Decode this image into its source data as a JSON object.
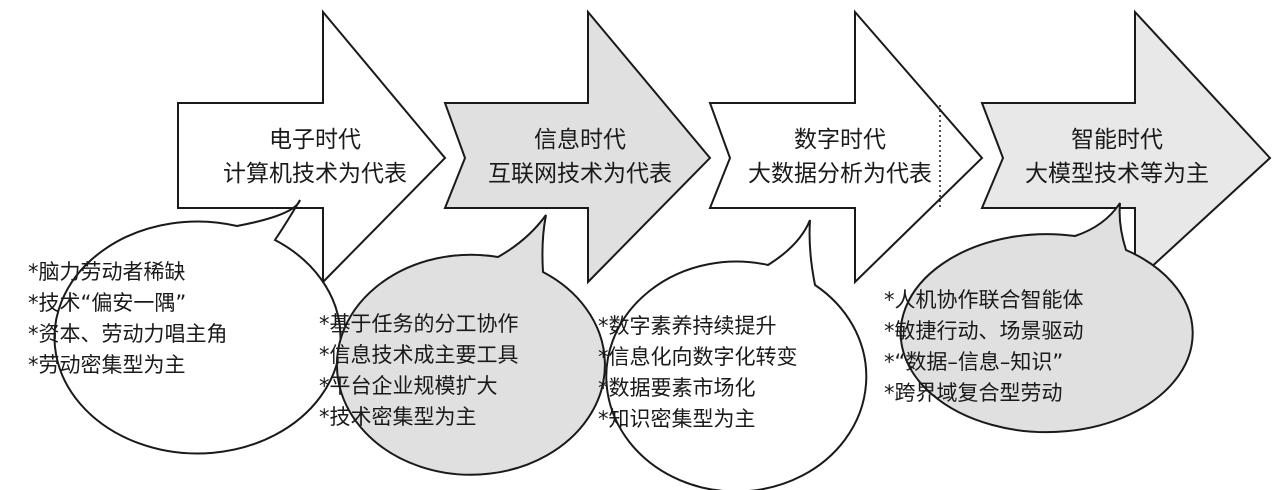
{
  "colors": {
    "stroke": "#1a1a1a",
    "text": "#1a1a1a",
    "white_fill": "#ffffff",
    "grey_fill": "#e0e0e0",
    "light_grey_fill": "#e8e8e8"
  },
  "eras": [
    {
      "name": "电子时代",
      "subtitle": "计算机技术为代表",
      "fill": "white",
      "bubble_fill": "white",
      "bubble_items": [
        "*脑力劳动者稀缺",
        "*技术“偏安一隅”",
        "*资本、劳动力唱主角",
        "*劳动密集型为主"
      ]
    },
    {
      "name": "信息时代",
      "subtitle": "互联网技术为代表",
      "fill": "grey",
      "bubble_fill": "grey",
      "bubble_items": [
        "*基于任务的分工协作",
        "*信息技术成主要工具",
        "*平台企业规模扩大",
        "*技术密集型为主"
      ]
    },
    {
      "name": "数字时代",
      "subtitle": "大数据分析为代表",
      "fill": "white",
      "bubble_fill": "white",
      "bubble_items": [
        "*数字素养持续提升",
        "*信息化向数字化转变",
        "*数据要素市场化",
        "*知识密集型为主"
      ]
    },
    {
      "name": "智能时代",
      "subtitle": "大模型技术等为主",
      "fill": "light-grey",
      "bubble_fill": "grey",
      "bubble_items": [
        "*人机协作联合智能体",
        "*敏捷行动、场景驱动",
        "*“数据–信息–知识”",
        "*跨界域复合型劳动"
      ]
    }
  ]
}
